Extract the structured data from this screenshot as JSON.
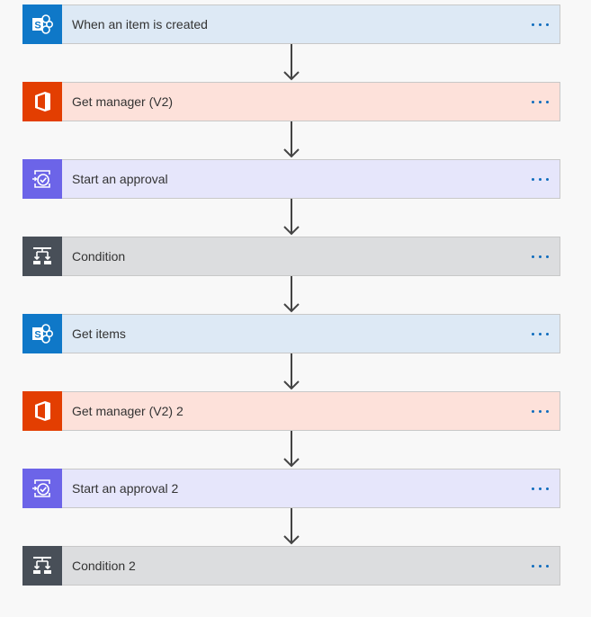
{
  "steps": [
    {
      "type": "sharepoint",
      "icon": "sharepoint-icon",
      "title": "When an item is created"
    },
    {
      "type": "office",
      "icon": "office-icon",
      "title": "Get manager (V2)"
    },
    {
      "type": "approval",
      "icon": "approval-icon",
      "title": "Start an approval"
    },
    {
      "type": "condition",
      "icon": "condition-icon",
      "title": "Condition"
    },
    {
      "type": "sharepoint",
      "icon": "sharepoint-icon",
      "title": "Get items"
    },
    {
      "type": "office",
      "icon": "office-icon",
      "title": "Get manager (V2) 2"
    },
    {
      "type": "approval",
      "icon": "approval-icon",
      "title": "Start an approval 2"
    },
    {
      "type": "condition",
      "icon": "condition-icon",
      "title": "Condition 2"
    }
  ],
  "colors": {
    "sharepoint": "#0f78c8",
    "office": "#e33e01",
    "approval": "#6c64e8",
    "condition": "#484f58",
    "more_dots": "#0f6cbd"
  }
}
